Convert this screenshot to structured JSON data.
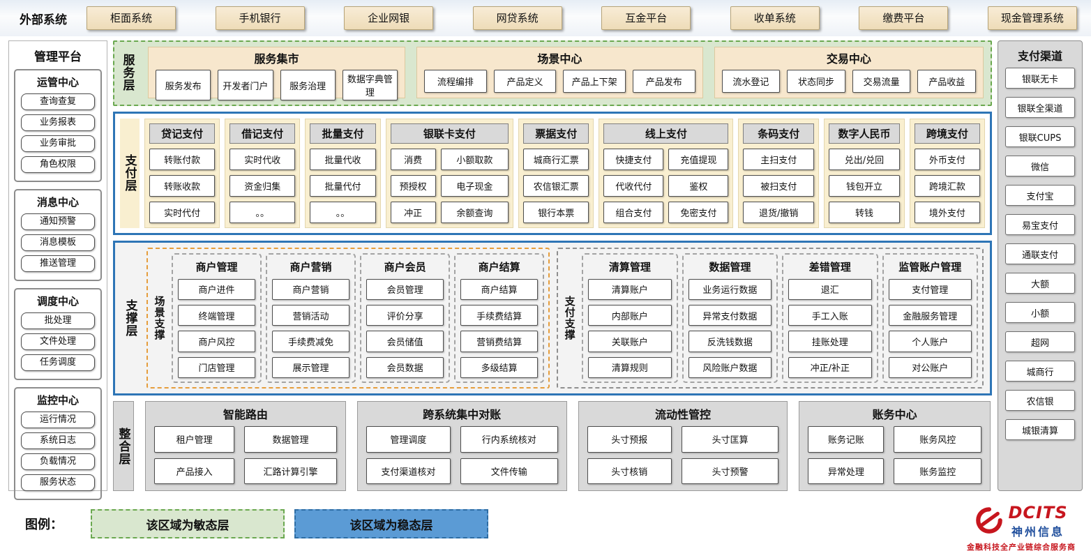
{
  "external": {
    "label": "外部系统",
    "items": [
      "柜面系统",
      "手机银行",
      "企业网银",
      "网贷系统",
      "互金平台",
      "收单系统",
      "缴费平台",
      "现金管理系统"
    ]
  },
  "management": {
    "title": "管理平台",
    "groups": [
      {
        "title": "运管中心",
        "items": [
          "查询查复",
          "业务报表",
          "业务审批",
          "角色权限"
        ]
      },
      {
        "title": "消息中心",
        "items": [
          "通知预警",
          "消息模板",
          "推送管理"
        ]
      },
      {
        "title": "调度中心",
        "items": [
          "批处理",
          "文件处理",
          "任务调度"
        ]
      },
      {
        "title": "监控中心",
        "items": [
          "运行情况",
          "系统日志",
          "负载情况",
          "服务状态"
        ]
      }
    ]
  },
  "service_layer": {
    "label": "服务层",
    "groups": [
      {
        "title": "服务集市",
        "items": [
          "服务发布",
          "开发者门户",
          "服务治理",
          "数据字典管理"
        ]
      },
      {
        "title": "场景中心",
        "items": [
          "流程编排",
          "产品定义",
          "产品上下架",
          "产品发布"
        ]
      },
      {
        "title": "交易中心",
        "items": [
          "流水登记",
          "状态同步",
          "交易流量",
          "产品收益"
        ]
      }
    ]
  },
  "payment_layer": {
    "label": "支付层",
    "columns": [
      {
        "title": "贷记支付",
        "items": [
          "转账付款",
          "转账收款",
          "实时代付"
        ]
      },
      {
        "title": "借记支付",
        "items": [
          "实时代收",
          "资金归集",
          "。。"
        ]
      },
      {
        "title": "批量支付",
        "items": [
          "批量代收",
          "批量代付",
          "。。"
        ]
      },
      {
        "title": "银联卡支付",
        "items": [
          "消费",
          "小额取款",
          "预授权",
          "电子现金",
          "冲正",
          "余额查询"
        ]
      },
      {
        "title": "票据支付",
        "items": [
          "城商行汇票",
          "农信银汇票",
          "银行本票"
        ]
      },
      {
        "title": "线上支付",
        "items": [
          "快捷支付",
          "充值提现",
          "代收代付",
          "鉴权",
          "组合支付",
          "免密支付"
        ]
      },
      {
        "title": "条码支付",
        "items": [
          "主扫支付",
          "被扫支付",
          "退货/撤销"
        ]
      },
      {
        "title": "数字人民币",
        "items": [
          "兑出/兑回",
          "钱包开立",
          "转钱"
        ]
      },
      {
        "title": "跨境支付",
        "items": [
          "外币支付",
          "跨境汇款",
          "境外支付"
        ]
      }
    ]
  },
  "support_layer": {
    "label": "支撑层",
    "scene_support": {
      "label": "场景支撑",
      "columns": [
        {
          "title": "商户管理",
          "items": [
            "商户进件",
            "终端管理",
            "商户风控",
            "门店管理"
          ]
        },
        {
          "title": "商户营销",
          "items": [
            "商户营销",
            "营销活动",
            "手续费减免",
            "展示管理"
          ]
        },
        {
          "title": "商户会员",
          "items": [
            "会员管理",
            "评价分享",
            "会员储值",
            "会员数据"
          ]
        },
        {
          "title": "商户结算",
          "items": [
            "商户结算",
            "手续费结算",
            "营销费结算",
            "多级结算"
          ]
        }
      ]
    },
    "payment_support": {
      "label": "支付支撑",
      "columns": [
        {
          "title": "清算管理",
          "items": [
            "清算账户",
            "内部账户",
            "关联账户",
            "清算规则"
          ]
        },
        {
          "title": "数据管理",
          "items": [
            "业务运行数据",
            "异常支付数据",
            "反洗钱数据",
            "风险账户数据"
          ]
        },
        {
          "title": "差错管理",
          "items": [
            "退汇",
            "手工入账",
            "挂账处理",
            "冲正/补正"
          ]
        },
        {
          "title": "监管账户管理",
          "items": [
            "支付管理",
            "金融服务管理",
            "个人账户",
            "对公账户"
          ]
        }
      ]
    }
  },
  "integration_layer": {
    "label": "整合层",
    "groups": [
      {
        "title": "智能路由",
        "items": [
          "租户管理",
          "数据管理",
          "产品接入",
          "汇路计算引擎"
        ]
      },
      {
        "title": "跨系统集中对账",
        "items": [
          "管理调度",
          "行内系统核对",
          "支付渠道核对",
          "文件传输"
        ]
      },
      {
        "title": "流动性管控",
        "items": [
          "头寸预报",
          "头寸匡算",
          "头寸核销",
          "头寸预警"
        ]
      },
      {
        "title": "账务中心",
        "items": [
          "账务记账",
          "账务风控",
          "异常处理",
          "账务监控"
        ]
      }
    ]
  },
  "channels": {
    "title": "支付渠道",
    "items": [
      "银联无卡",
      "银联全渠道",
      "银联CUPS",
      "微信",
      "支付宝",
      "易宝支付",
      "通联支付",
      "大额",
      "小额",
      "超网",
      "城商行",
      "农信银",
      "城银清算"
    ]
  },
  "legend": {
    "label": "图例：",
    "agile": "该区域为敏态层",
    "stable": "该区域为稳态层"
  },
  "logo": {
    "brand": "DCITS",
    "company": "神州信息",
    "tagline": "金融科技全产业链综合服务商"
  },
  "colors": {
    "agile_green_bg": "#d9e7cf",
    "agile_green_border": "#6aa84f",
    "stable_blue_fill": "#5b9bd5",
    "stable_blue_border": "#2e75b6",
    "payment_cream": "#f9efd0",
    "external_tan": "#f3e2c2",
    "panel_gray": "#d9d9d9",
    "scene_orange_border": "#e59d3c",
    "brand_red": "#c7161e",
    "brand_blue": "#1f4e9c"
  }
}
